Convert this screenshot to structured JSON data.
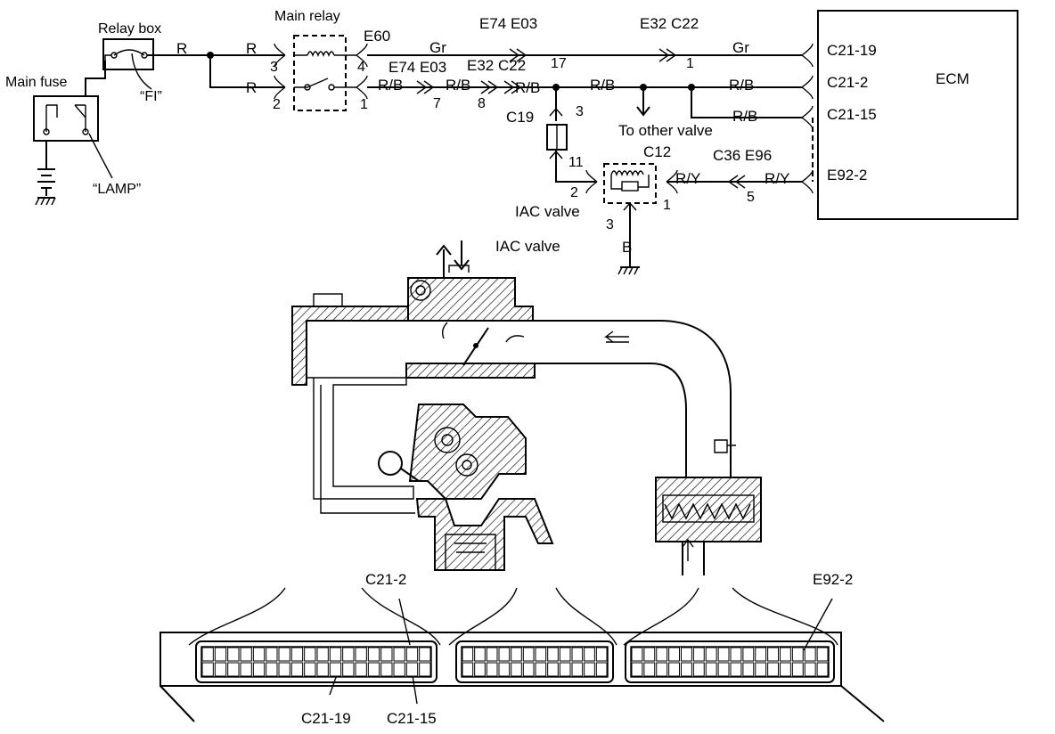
{
  "labels": {
    "main_fuse": "Main fuse",
    "relay_box": "Relay box",
    "fi": "“FI”",
    "lamp": "“LAMP”",
    "main_relay": "Main relay",
    "e60": "E60",
    "relay_pin_3": "3",
    "relay_pin_4": "4",
    "relay_pin_2": "2",
    "relay_pin_1": "1",
    "wire_r_1": "R",
    "wire_r_2": "R",
    "wire_r_3": "R",
    "wire_gr_1": "Gr",
    "wire_gr_2": "Gr",
    "wire_rb_1": "R/B",
    "wire_rb_2": "R/B",
    "wire_rb_3": "R/B",
    "wire_rb_4": "R/B",
    "wire_rb_5": "R/B",
    "wire_rb_6": "R/B",
    "wire_ry_1": "R/Y",
    "wire_ry_2": "R/Y",
    "wire_b": "B",
    "conn_e74_e03_top": "E74 E03",
    "conn_e32_c22_top": "E32  C22",
    "conn_e74_e03_mid": "E74 E03",
    "conn_e32_c22_mid": "E32  C22",
    "pin_17": "17",
    "pin_1_top": "1",
    "pin_7": "7",
    "pin_8": "8",
    "c19": "C19",
    "c19_pin_3": "3",
    "c19_pin_11": "11",
    "to_other_valve": "To other valve",
    "c12": "C12",
    "iac_pin_2": "2",
    "iac_pin_1": "1",
    "iac_pin_3": "3",
    "iac_valve_schematic": "IAC valve",
    "c36_e96": "C36  E96",
    "pin_5": "5",
    "ecm": "ECM",
    "ecm_c21_19": "C21-19",
    "ecm_c21_2": "C21-2",
    "ecm_c21_15": "C21-15",
    "ecm_e92_2": "E92-2",
    "iac_valve_drawing": "IAC valve",
    "conn_c21_2": "C21-2",
    "conn_e92_2": "E92-2",
    "conn_c21_19": "C21-19",
    "conn_c21_15": "C21-15"
  }
}
